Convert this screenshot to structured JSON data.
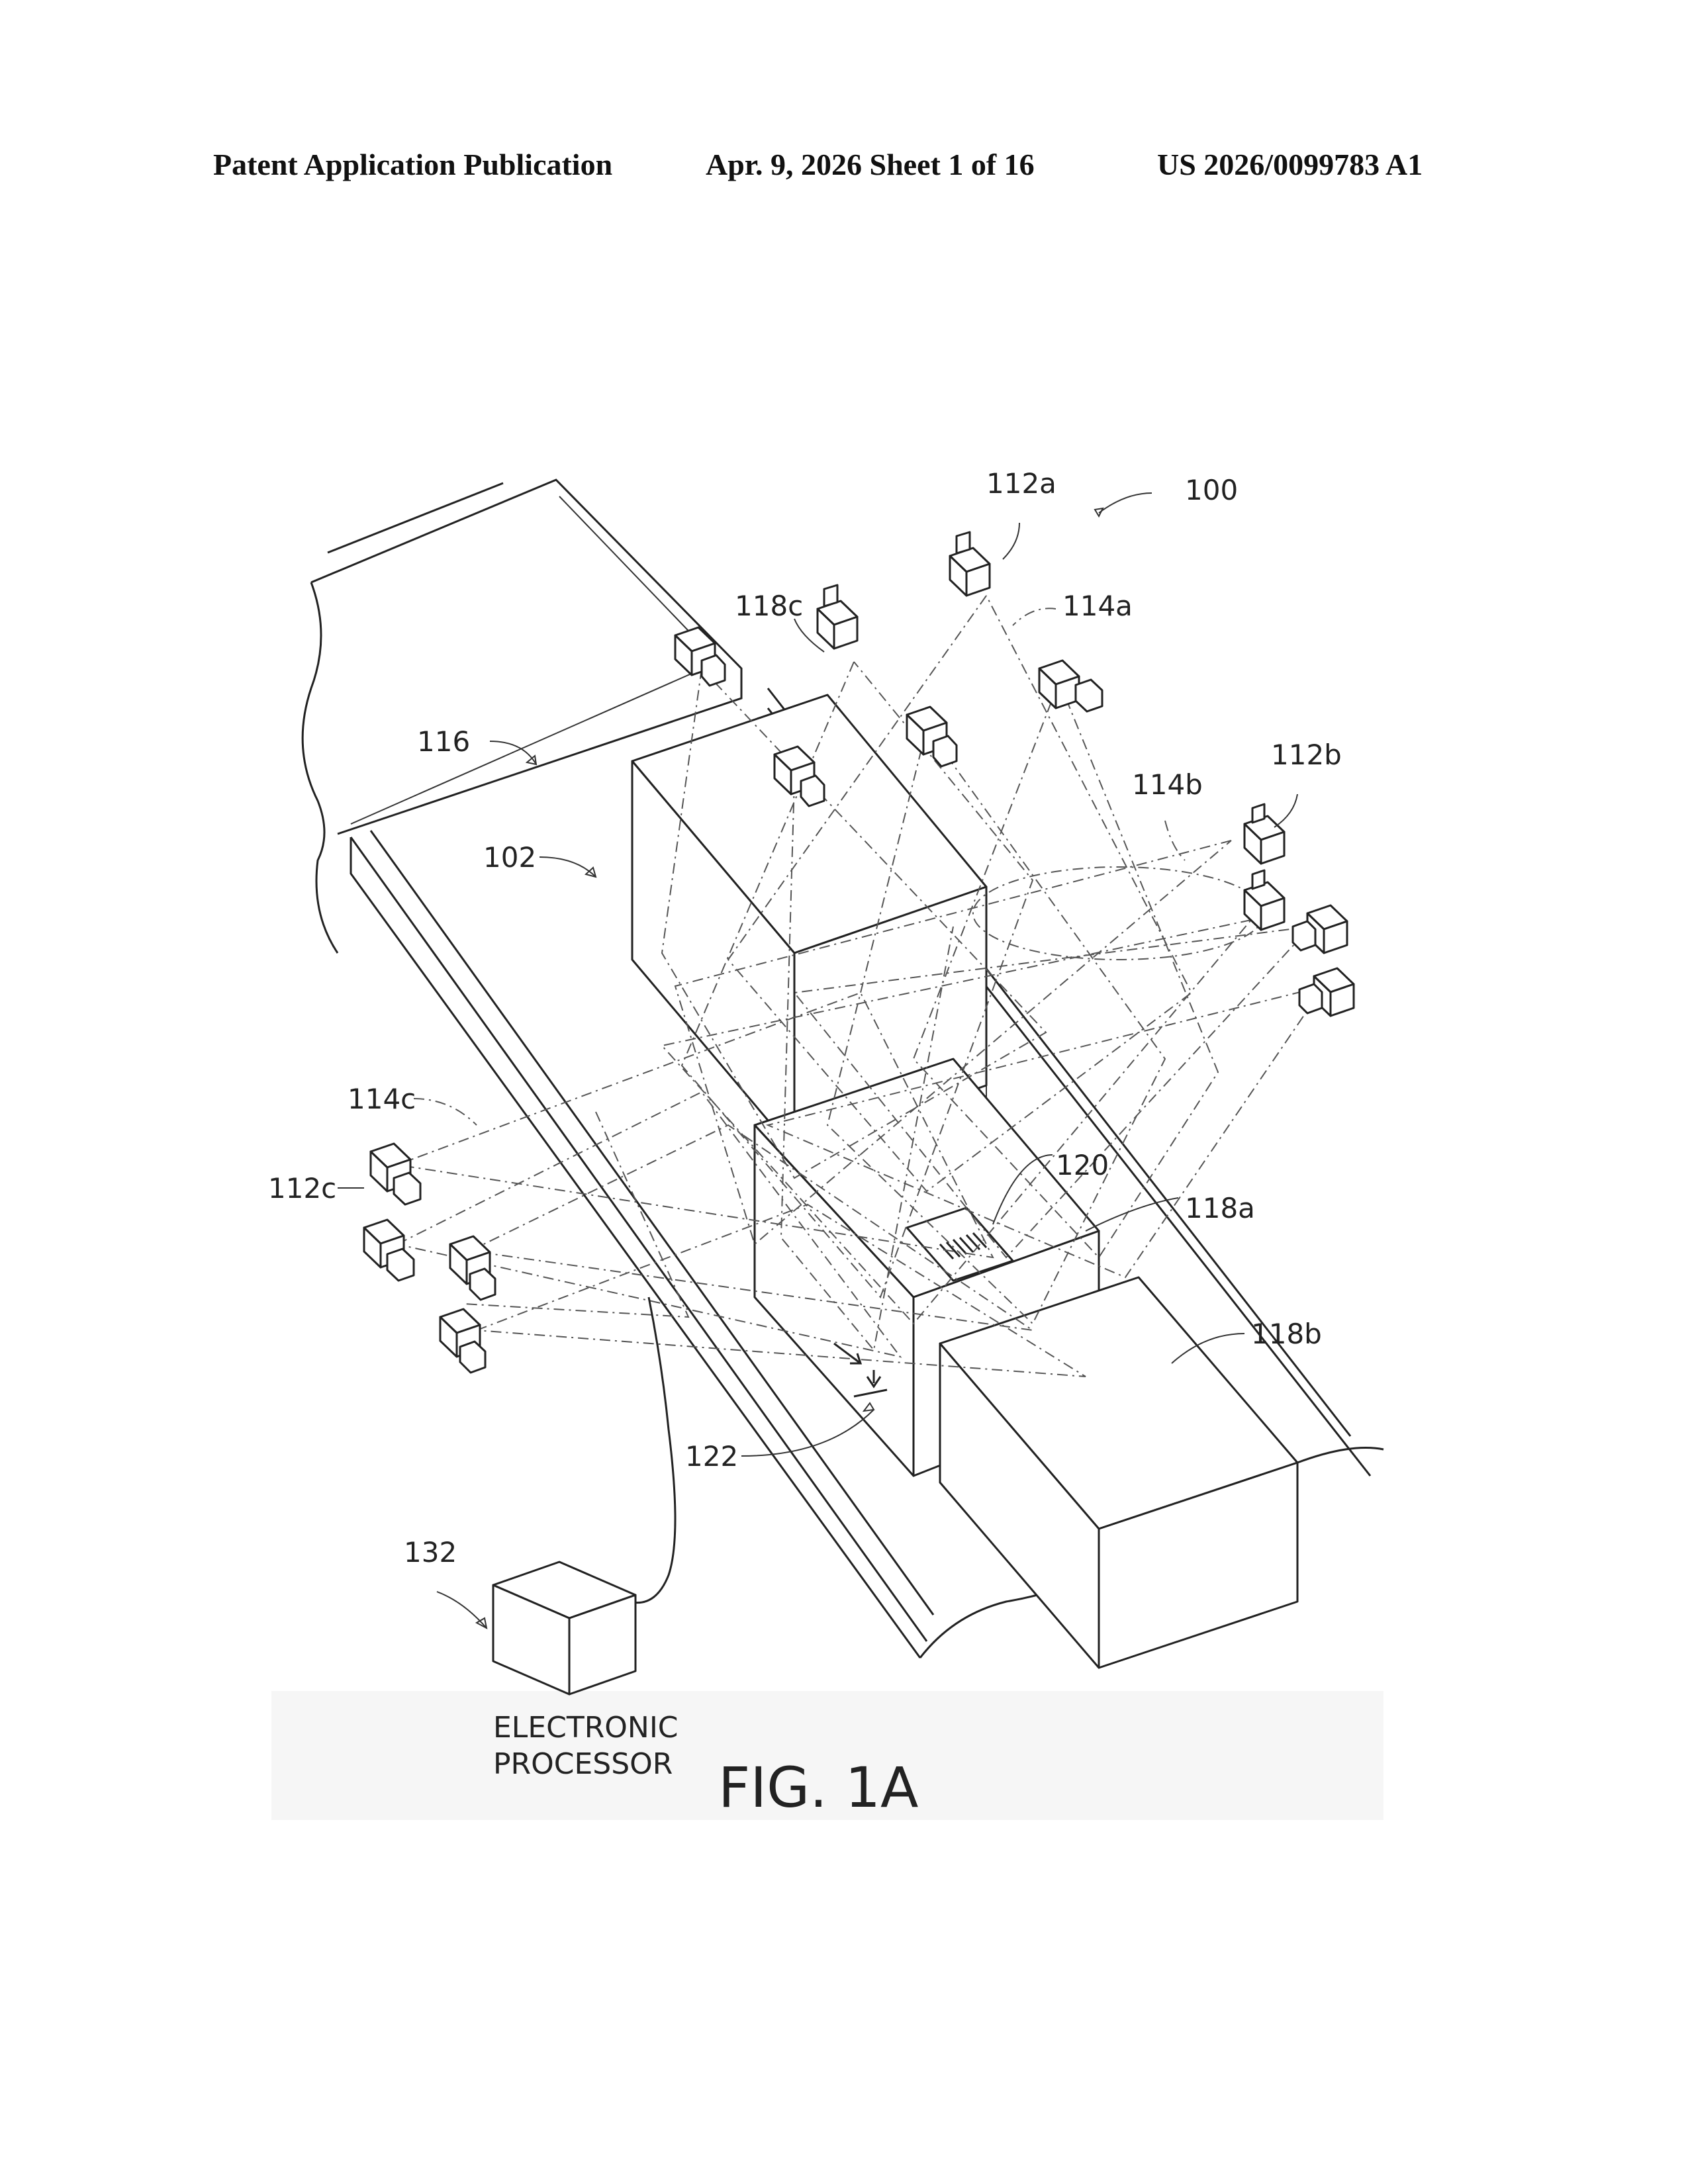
{
  "header": {
    "publication_type": "Patent Application Publication",
    "date_sheet": "Apr. 9, 2026   Sheet 1 of 16",
    "publication_number": "US 2026/0099783 A1"
  },
  "figure": {
    "caption": "FIG. 1A",
    "processor_text_line1": "ELECTRONIC",
    "processor_text_line2": "PROCESSOR",
    "labels": {
      "system": "100",
      "tunnel": "102",
      "camera_top": "112a",
      "camera_side_right": "112b",
      "camera_side_left": "112c",
      "fov_top": "114a",
      "fov_right": "114b",
      "fov_left": "114c",
      "conveyor": "116",
      "object_a": "118a",
      "object_b": "118b",
      "object_c": "118c",
      "symbol": "120",
      "direction": "122",
      "processor": "132"
    }
  }
}
